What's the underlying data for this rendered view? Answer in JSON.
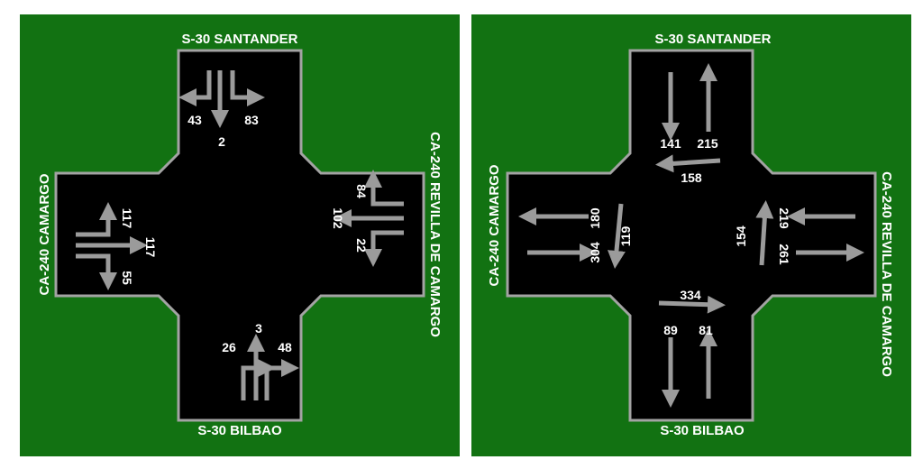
{
  "colors": {
    "grass": "#127212",
    "road": "#000000",
    "curb": "#a3a3a3",
    "arrow": "#9b9b9b",
    "text": "#ffffff"
  },
  "left_panel": {
    "north_label": "S-30 SANTANDER",
    "south_label": "S-30 BILBAO",
    "west_label": "CA-240 CAMARGO",
    "east_label": "CA-240 REVILLA DE CAMARGO",
    "volumes": {
      "north_left": "43",
      "north_through": "2",
      "north_right": "83",
      "east_left": "84",
      "east_through": "102",
      "east_right": "22",
      "south_left": "26",
      "south_through": "3",
      "south_right": "48",
      "west_left": "117",
      "west_through": "117",
      "west_right": "55"
    }
  },
  "right_panel": {
    "north_label": "S-30 SANTANDER",
    "south_label": "S-30 BILBAO",
    "west_label": "CA-240 CAMARGO",
    "east_label": "CA-240 REVILLA DE CAMARGO",
    "volumes": {
      "north_in": "141",
      "north_out": "215",
      "north_cross": "158",
      "south_in": "89",
      "south_out": "81",
      "south_cross": "334",
      "west_out": "180",
      "west_in": "304",
      "west_cross": "119",
      "east_in": "219",
      "east_out": "261",
      "east_cross": "154"
    }
  }
}
